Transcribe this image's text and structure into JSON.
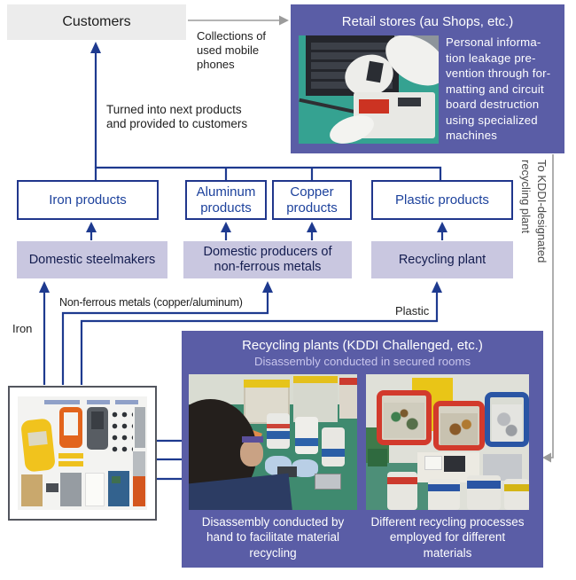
{
  "colors": {
    "purple_panel": "#5a5da6",
    "lavender_box": "#c9c7e0",
    "navy_line": "#1e3a8f",
    "gray_arrow": "#9b9b9b",
    "customers_bg": "#ececec"
  },
  "customers": {
    "label": "Customers"
  },
  "labels": {
    "collections": "Collections of\nused mobile\nphones",
    "turned": "Turned into next products\nand provided to customers",
    "iron": "Iron",
    "non_ferrous": "Non-ferrous metals (copper/aluminum)",
    "plastic": "Plastic",
    "to_kddi": "To KDDI-designated\nrecycling plant"
  },
  "retail": {
    "title": "Retail stores (au Shops, etc.)",
    "body": "Personal informa-\ntion leakage pre-\nvention through for-\nmatting and circuit\nboard destruction\nusing specialized\nmachines"
  },
  "products": [
    {
      "label": "Iron products"
    },
    {
      "label": "Aluminum\nproducts"
    },
    {
      "label": "Copper\nproducts"
    },
    {
      "label": "Plastic products"
    }
  ],
  "suppliers": [
    {
      "label": "Domestic steelmakers"
    },
    {
      "label": "Domestic producers of\nnon-ferrous metals"
    },
    {
      "label": "Recycling plant"
    }
  ],
  "recycling": {
    "title": "Recycling plants (KDDI Challenged, etc.)",
    "subtitle": "Disassembly conducted in secured rooms",
    "caption_left": "Disassembly conducted by\nhand to facilitate material\nrecycling",
    "caption_right": "Different recycling processes\nemployed for different\nmaterials"
  }
}
